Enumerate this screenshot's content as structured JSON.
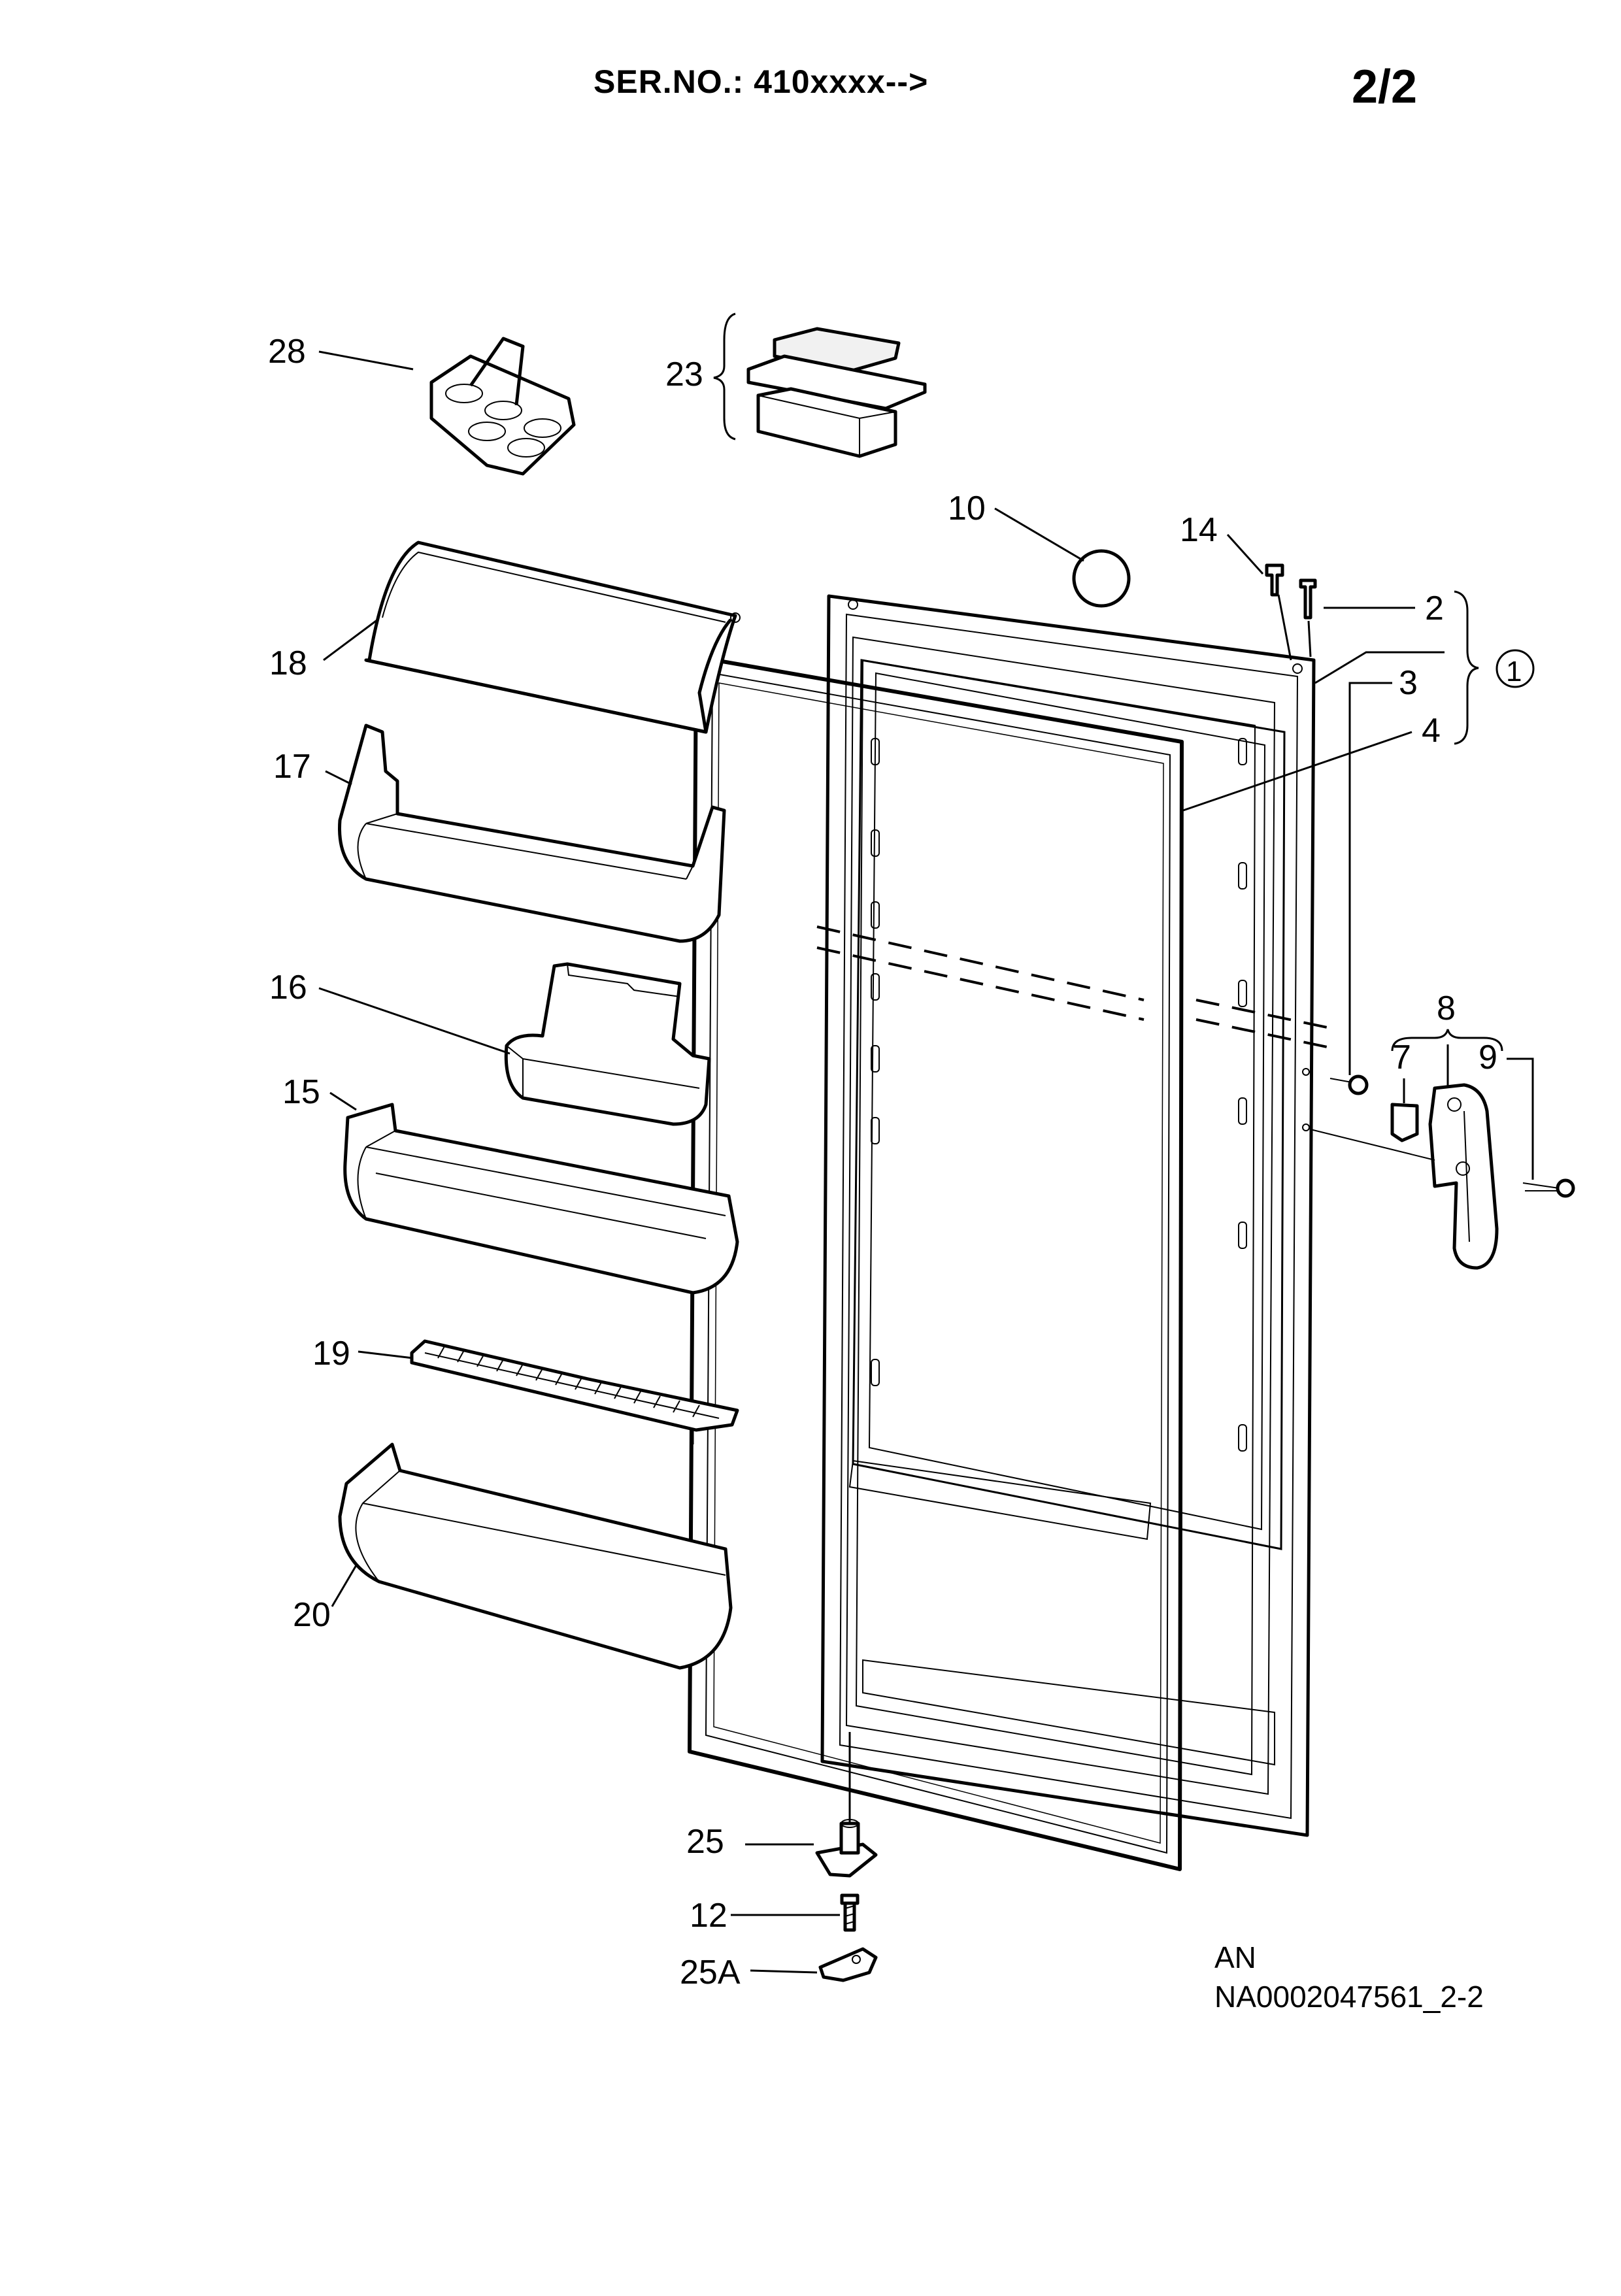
{
  "header": {
    "serial": "SER.NO.: 410xxxx-->",
    "page": "2/2"
  },
  "footer": {
    "line1": "AN",
    "line2": "NA0002047561_2-2"
  },
  "callouts": {
    "c28": "28",
    "c23": "23",
    "c10": "10",
    "c14": "14",
    "c2": "2",
    "c1": "1",
    "c3": "3",
    "c4": "4",
    "c18": "18",
    "c17": "17",
    "c16": "16",
    "c8": "8",
    "c7": "7",
    "c9": "9",
    "c15": "15",
    "c19": "19",
    "c20": "20",
    "c25": "25",
    "c12": "12",
    "c25a": "25A"
  }
}
